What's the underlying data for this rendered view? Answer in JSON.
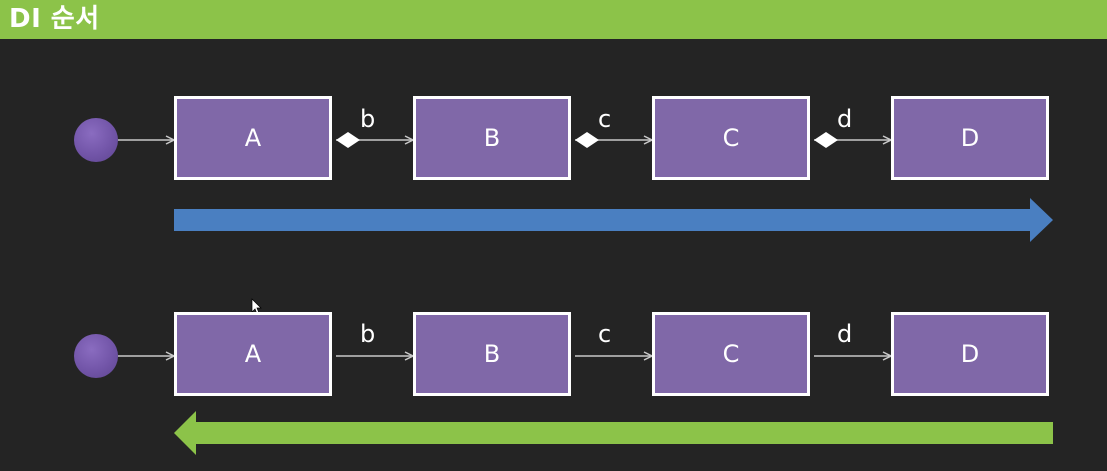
{
  "title": "DI 순서",
  "colors": {
    "title_bar": "#8cc349",
    "background": "#242424",
    "node_fill": "#8068a8",
    "node_border": "#ffffff",
    "start_dot": "#7255a8",
    "forward_arrow": "#4a7fc1",
    "backward_arrow": "#8cc349",
    "connector": "#c8c8c8"
  },
  "diagrams": [
    {
      "nodes": [
        "A",
        "B",
        "C",
        "D"
      ],
      "edge_labels": [
        "b",
        "c",
        "d"
      ],
      "edge_style": "diamond-aggregation",
      "arrow_direction": "right",
      "arrow_color_name": "blue"
    },
    {
      "nodes": [
        "A",
        "B",
        "C",
        "D"
      ],
      "edge_labels": [
        "b",
        "c",
        "d"
      ],
      "edge_style": "plain-arrow",
      "arrow_direction": "left",
      "arrow_color_name": "green"
    }
  ]
}
